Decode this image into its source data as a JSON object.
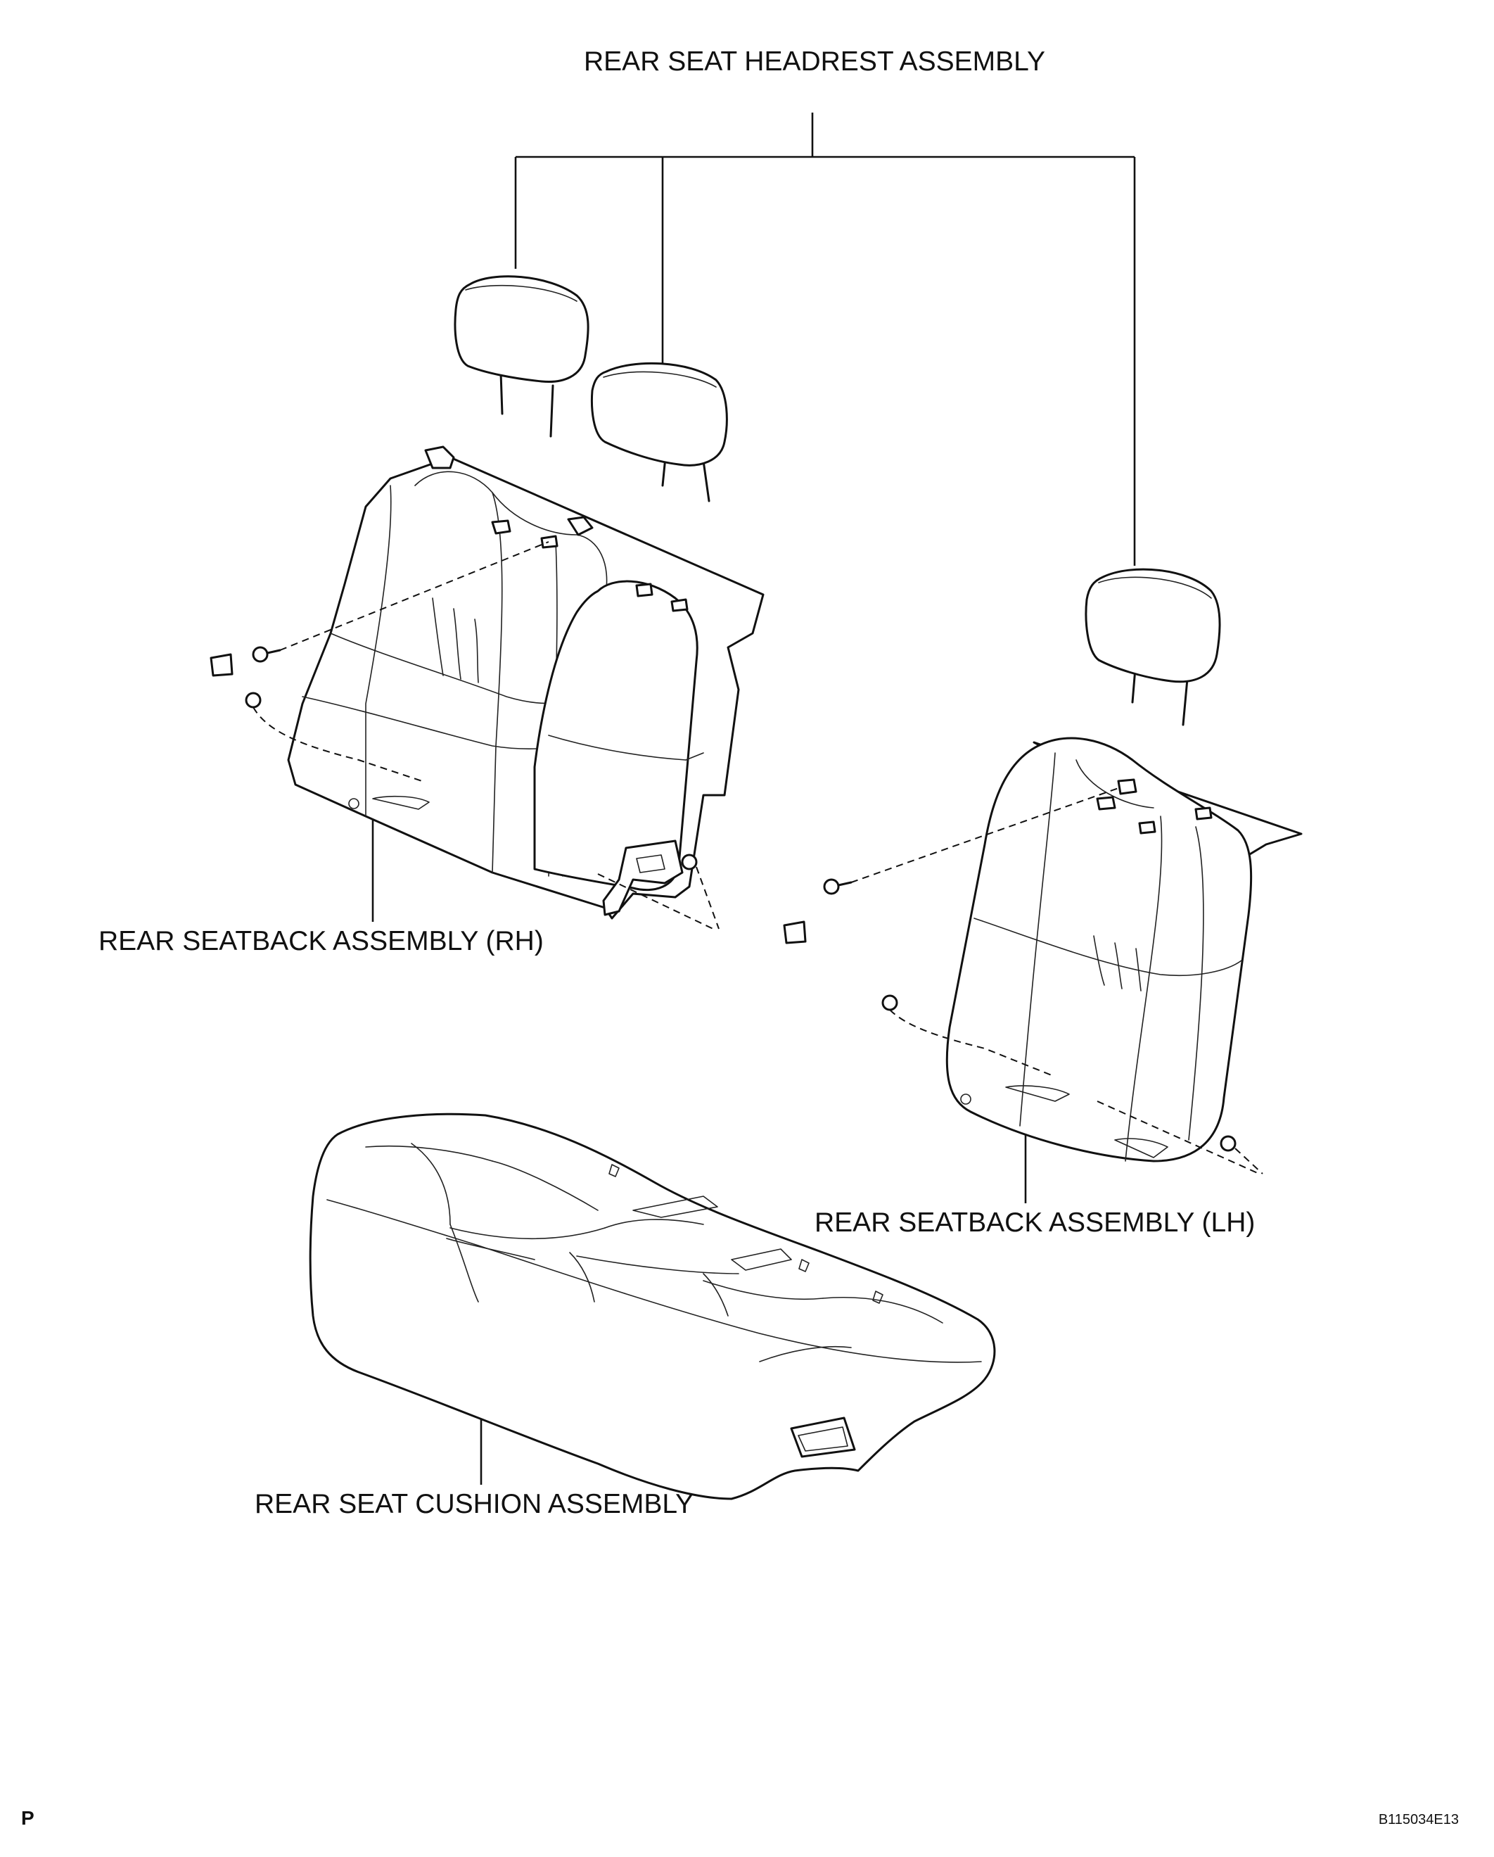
{
  "labels": {
    "headrest": "REAR SEAT HEADREST ASSEMBLY",
    "seatback_rh": "REAR SEATBACK ASSEMBLY (RH)",
    "seatback_lh": "REAR SEATBACK ASSEMBLY (LH)",
    "cushion": "REAR SEAT CUSHION ASSEMBLY"
  },
  "footer": {
    "left_mark": "P",
    "figure_code": "B115034E13"
  }
}
